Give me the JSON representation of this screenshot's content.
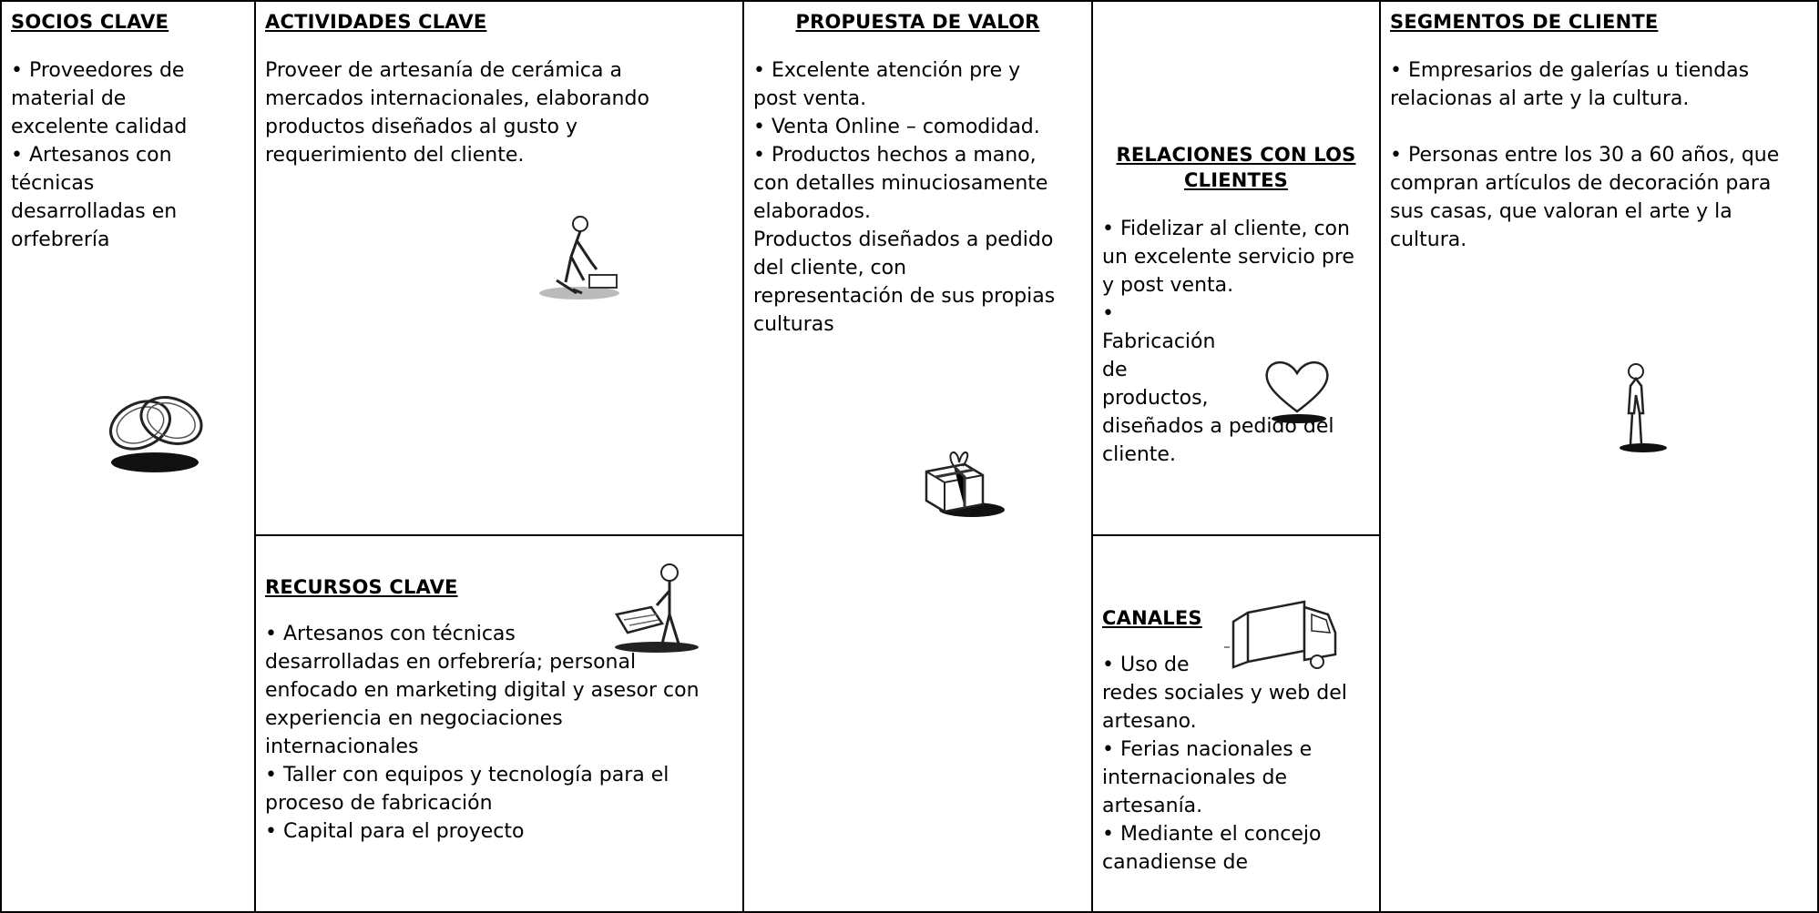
{
  "socios": {
    "title": "SOCIOS CLAVE",
    "lines": [
      "• Proveedores de",
      "material de",
      "excelente calidad",
      "• Artesanos con",
      "técnicas",
      "desarrolladas en",
      "orfebrería"
    ],
    "icon": "rings-icon"
  },
  "actividades": {
    "title": "ACTIVIDADES CLAVE",
    "lines": [
      "Proveer de artesanía de cerámica a",
      "mercados internacionales, elaborando",
      "productos diseñados al gusto y",
      "requerimiento del cliente."
    ],
    "icon": "worker-icon"
  },
  "recursos": {
    "title": "RECURSOS CLAVE",
    "lines": [
      "• Artesanos con técnicas",
      "desarrolladas en orfebrería; personal",
      "enfocado en marketing digital y asesor con",
      "experiencia en negociaciones",
      "internacionales",
      "• Taller con equipos y tecnología para el",
      "proceso de fabricación",
      "• Capital para el proyecto"
    ],
    "icon": "workshop-icon"
  },
  "propuesta": {
    "title": "PROPUESTA DE VALOR",
    "lines": [
      "• Excelente atención pre y",
      "post venta.",
      "• Venta Online – comodidad.",
      "• Productos hechos a mano,",
      "con detalles minuciosamente",
      "elaborados.",
      "Productos diseñados a pedido",
      "del cliente, con",
      "representación de sus propias",
      "culturas"
    ],
    "icon": "gift-icon"
  },
  "relaciones": {
    "title_line1": "RELACIONES CON LOS",
    "title_line2": "CLIENTES",
    "lines": [
      "• Fidelizar al cliente, con",
      "un excelente servicio pre",
      "y post venta.",
      "•",
      "Fabricación",
      "de",
      "productos,",
      "diseñados a pedido del",
      "cliente."
    ],
    "icon": "heart-icon"
  },
  "canales": {
    "title": "CANALES",
    "lines": [
      "• Uso de",
      "redes sociales y web del",
      "artesano.",
      "• Ferias nacionales e",
      "internacionales de",
      "artesanía.",
      "• Mediante el concejo",
      "canadiense de"
    ],
    "icon": "truck-icon"
  },
  "segmentos": {
    "title": "SEGMENTOS DE CLIENTE",
    "para1": [
      "• Empresarios de galerías u tiendas",
      "relacionas al arte y la cultura."
    ],
    "para2": [
      "• Personas entre los 30 a 60 años, que",
      "compran artículos de decoración para",
      "sus casas, que valoran el arte y la",
      "cultura."
    ],
    "icon": "person-icon"
  }
}
